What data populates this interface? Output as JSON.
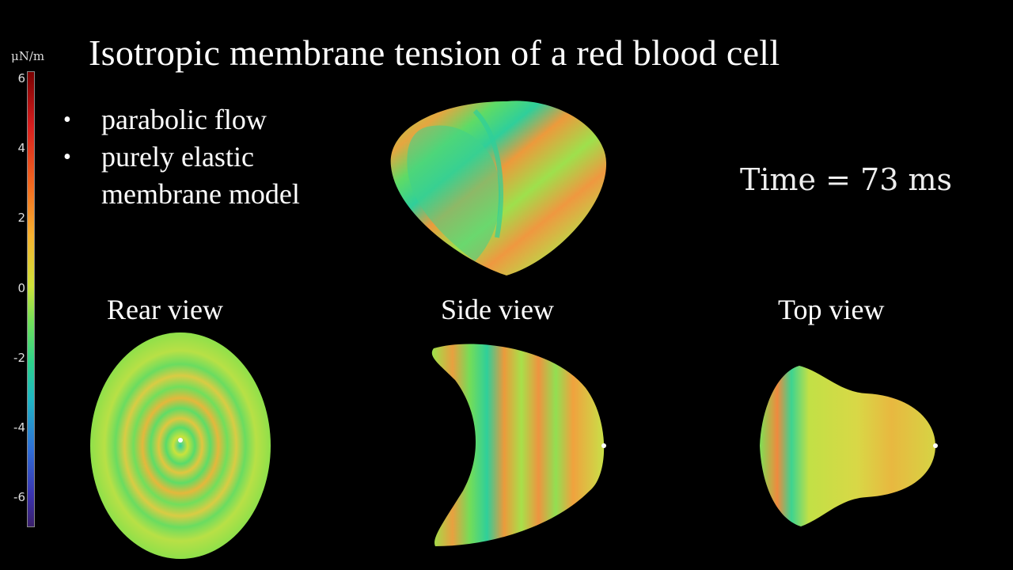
{
  "title": "Isotropic membrane tension of a red blood cell",
  "bullets": [
    {
      "marker": "•",
      "lines": [
        "parabolic flow"
      ]
    },
    {
      "marker": "•",
      "lines": [
        "purely elastic",
        "membrane model"
      ]
    }
  ],
  "time_label": "Time = 73 ms",
  "views": {
    "rear": "Rear view",
    "side": "Side view",
    "top": "Top view"
  },
  "colorbar": {
    "unit": "μN/m",
    "ticks": [
      "6",
      "4",
      "2",
      "0",
      "-2",
      "-4",
      "-6"
    ],
    "range": [
      -7,
      6.2
    ]
  },
  "colors": {
    "background": "#000000",
    "membrane_base": "#8fe04a",
    "band_warm": "#f08a3a",
    "band_cool": "#2fcf8f"
  }
}
